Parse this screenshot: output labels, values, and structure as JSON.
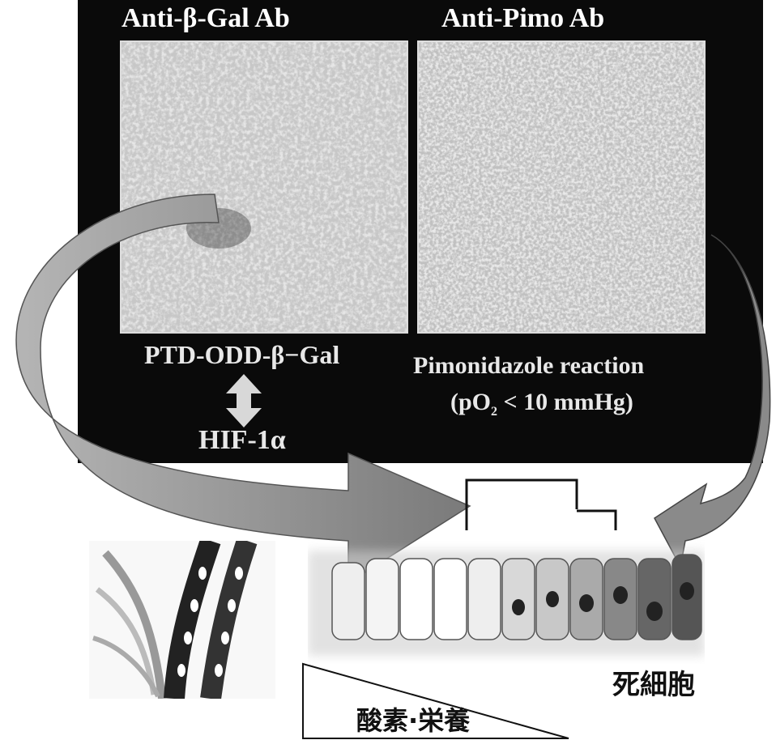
{
  "panels": {
    "left_title": "Anti-β-Gal Ab",
    "right_title": "Anti-Pimo Ab",
    "left_caption": "PTD-ODD-β−Gal",
    "hif_label": "HIF-1α",
    "right_caption_line1": "Pimonidazole reaction",
    "right_caption_line2_prefix": "(pO",
    "right_caption_line2_sub": "2",
    "right_caption_line2_suffix": " < 10 mmHg)"
  },
  "labels": {
    "dead_cells": "死細胞",
    "oxygen_nutrients": "酸素·栄養"
  },
  "colors": {
    "panel_background": "#0a0a0a",
    "arrow_fill": "#8c8c8c",
    "text_light": "#ffffff"
  },
  "icons": [
    "double-arrow-icon",
    "curved-arrow-icon",
    "blood-vessel-icon",
    "cell-row-icon",
    "bracket-icon",
    "gradient-triangle-icon"
  ]
}
